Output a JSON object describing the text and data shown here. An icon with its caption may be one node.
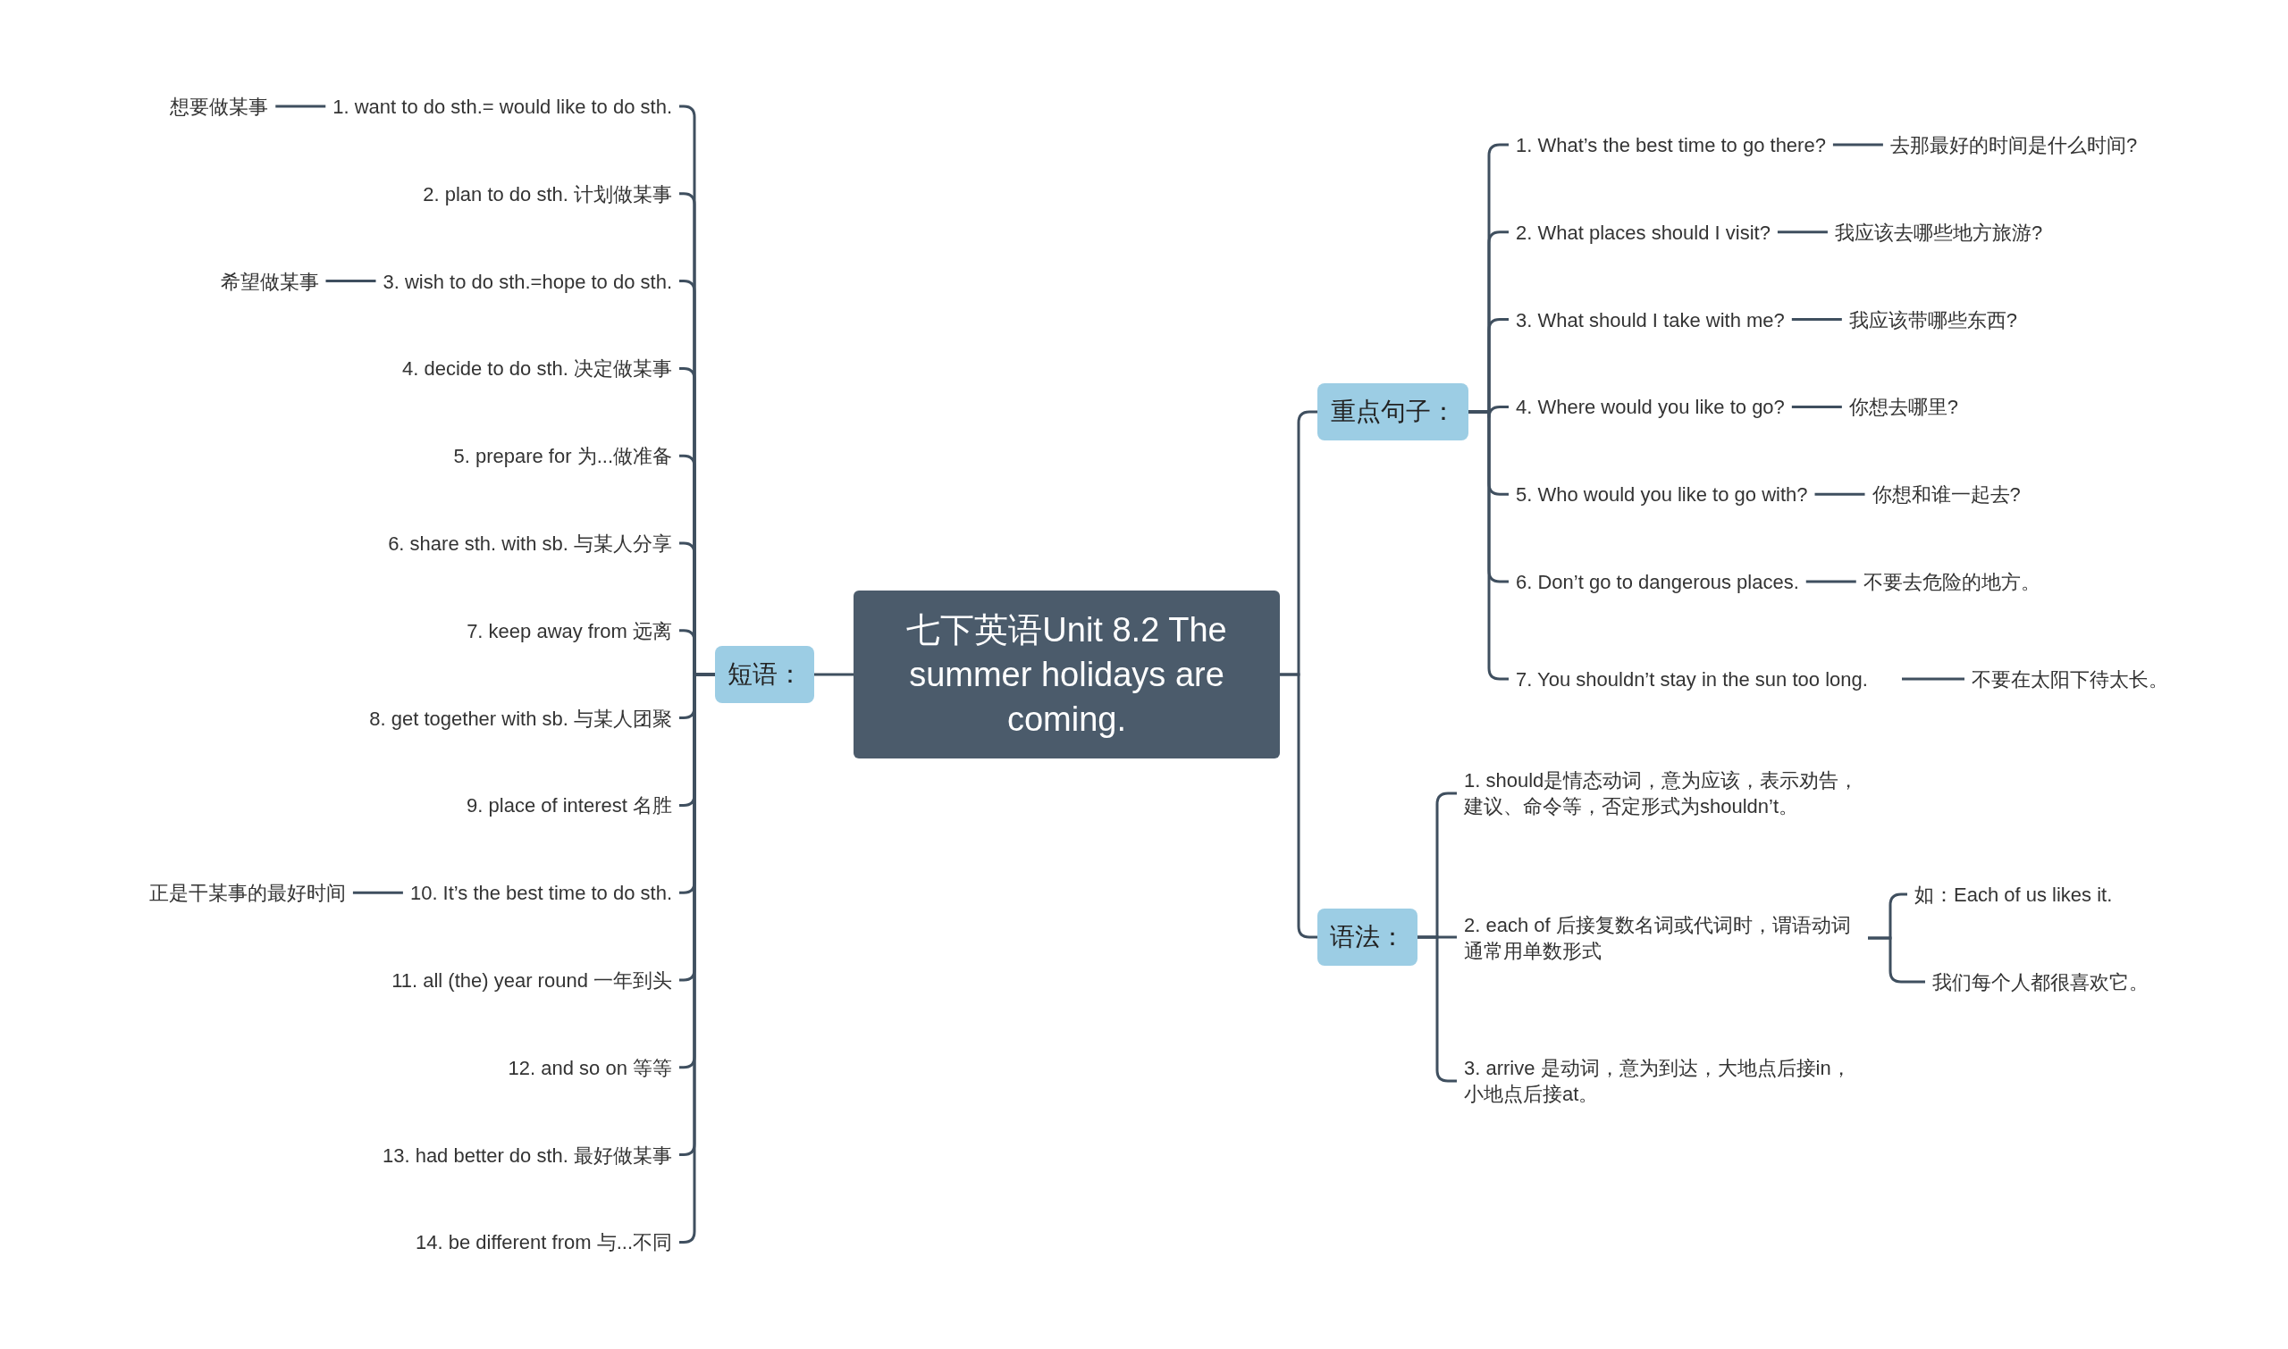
{
  "diagram": {
    "nodes": [
      {
        "text": [
          "七下英语Unit 8.2 The summer holidays are coming."
        ]
      },
      {
        "text": [
          "短语："
        ]
      },
      {
        "text": [
          "1. want to do sth.= would like to do sth."
        ]
      },
      {
        "text": [
          "2. plan to do sth. 计划做某事"
        ]
      },
      {
        "text": [
          "3. wish to do sth.=hope to do sth."
        ]
      },
      {
        "text": [
          "4. decide to do sth. 决定做某事"
        ]
      },
      {
        "text": [
          "5. prepare for 为...做准备"
        ]
      },
      {
        "text": [
          "6. share sth. with sb. 与某人分享"
        ]
      },
      {
        "text": [
          "7. keep away from 远离"
        ]
      },
      {
        "text": [
          "8. get together with sb. 与某人团聚"
        ]
      },
      {
        "text": [
          "9. place of interest 名胜"
        ]
      },
      {
        "text": [
          "10. It’s the best time to do sth."
        ]
      },
      {
        "text": [
          "11. all (the) year round 一年到头"
        ]
      },
      {
        "text": [
          "12. and so on 等等"
        ]
      },
      {
        "text": [
          "13. had better do sth. 最好做某事"
        ]
      },
      {
        "text": [
          "14. be different from 与...不同"
        ]
      },
      {
        "text": [
          "想要做某事"
        ]
      },
      {
        "text": [
          "希望做某事"
        ]
      },
      {
        "text": [
          "正是干某事的最好时间"
        ]
      },
      {
        "text": [
          "重点句子："
        ]
      },
      {
        "text": [
          "1. What’s the best time to go there?"
        ]
      },
      {
        "text": [
          "2. What places should I visit?"
        ]
      },
      {
        "text": [
          "3. What should I take with me?"
        ]
      },
      {
        "text": [
          "4. Where would you like to go?"
        ]
      },
      {
        "text": [
          "5. Who would you like to go with?"
        ]
      },
      {
        "text": [
          "6. Don’t go to dangerous places."
        ]
      },
      {
        "text": [
          "7. You shouldn’t stay in the sun too long."
        ]
      },
      {
        "text": [
          "去那最好的时间是什么时间?"
        ]
      },
      {
        "text": [
          "我应该去哪些地方旅游?"
        ]
      },
      {
        "text": [
          "我应该带哪些东西?"
        ]
      },
      {
        "text": [
          "你想去哪里?"
        ]
      },
      {
        "text": [
          "你想和谁一起去?"
        ]
      },
      {
        "text": [
          "不要去危险的地方。"
        ]
      },
      {
        "text": [
          "不要在太阳下待太长。"
        ]
      },
      {
        "text": [
          "语法："
        ]
      },
      {
        "text": [
          "1. should是情态动词，意为应该，表示劝告，建议、命令等，否定形式为shouldn’t。"
        ]
      },
      {
        "text": [
          "2. each of 后接复数名词或代词时，谓语动词通常用单数形式"
        ]
      },
      {
        "text": [
          "3. arrive 是动词，意为到达，大地点后接in，小地点后接at。"
        ]
      },
      {
        "text": [
          "如：Each of us likes it."
        ]
      },
      {
        "text": [
          "我们每个人都很喜欢它。"
        ]
      }
    ],
    "edges": [
      {
        "from": 0,
        "to": 1,
        "arrow": "none"
      },
      {
        "from": 1,
        "to": 2,
        "arrow": "none"
      },
      {
        "from": 1,
        "to": 3,
        "arrow": "none"
      },
      {
        "from": 1,
        "to": 4,
        "arrow": "none"
      },
      {
        "from": 1,
        "to": 5,
        "arrow": "none"
      },
      {
        "from": 1,
        "to": 6,
        "arrow": "none"
      },
      {
        "from": 1,
        "to": 7,
        "arrow": "none"
      },
      {
        "from": 1,
        "to": 8,
        "arrow": "none"
      },
      {
        "from": 1,
        "to": 9,
        "arrow": "none"
      },
      {
        "from": 1,
        "to": 10,
        "arrow": "none"
      },
      {
        "from": 1,
        "to": 11,
        "arrow": "none"
      },
      {
        "from": 1,
        "to": 12,
        "arrow": "none"
      },
      {
        "from": 1,
        "to": 13,
        "arrow": "none"
      },
      {
        "from": 1,
        "to": 14,
        "arrow": "none"
      },
      {
        "from": 1,
        "to": 15,
        "arrow": "none"
      },
      {
        "from": 2,
        "to": 16,
        "arrow": "none"
      },
      {
        "from": 4,
        "to": 17,
        "arrow": "none"
      },
      {
        "from": 11,
        "to": 18,
        "arrow": "none"
      },
      {
        "from": 0,
        "to": 19,
        "arrow": "none"
      },
      {
        "from": 19,
        "to": 20,
        "arrow": "none"
      },
      {
        "from": 19,
        "to": 21,
        "arrow": "none"
      },
      {
        "from": 19,
        "to": 22,
        "arrow": "none"
      },
      {
        "from": 19,
        "to": 23,
        "arrow": "none"
      },
      {
        "from": 19,
        "to": 24,
        "arrow": "none"
      },
      {
        "from": 19,
        "to": 25,
        "arrow": "none"
      },
      {
        "from": 19,
        "to": 26,
        "arrow": "none"
      },
      {
        "from": 20,
        "to": 27,
        "arrow": "none"
      },
      {
        "from": 21,
        "to": 28,
        "arrow": "none"
      },
      {
        "from": 22,
        "to": 29,
        "arrow": "none"
      },
      {
        "from": 23,
        "to": 30,
        "arrow": "none"
      },
      {
        "from": 24,
        "to": 31,
        "arrow": "none"
      },
      {
        "from": 25,
        "to": 32,
        "arrow": "none"
      },
      {
        "from": 26,
        "to": 33,
        "arrow": "none"
      },
      {
        "from": 0,
        "to": 34,
        "arrow": "none"
      },
      {
        "from": 34,
        "to": 35,
        "arrow": "none"
      },
      {
        "from": 34,
        "to": 36,
        "arrow": "none"
      },
      {
        "from": 34,
        "to": 37,
        "arrow": "none"
      },
      {
        "from": 36,
        "to": 38,
        "arrow": "none"
      },
      {
        "from": 36,
        "to": 39,
        "arrow": "none"
      }
    ]
  }
}
